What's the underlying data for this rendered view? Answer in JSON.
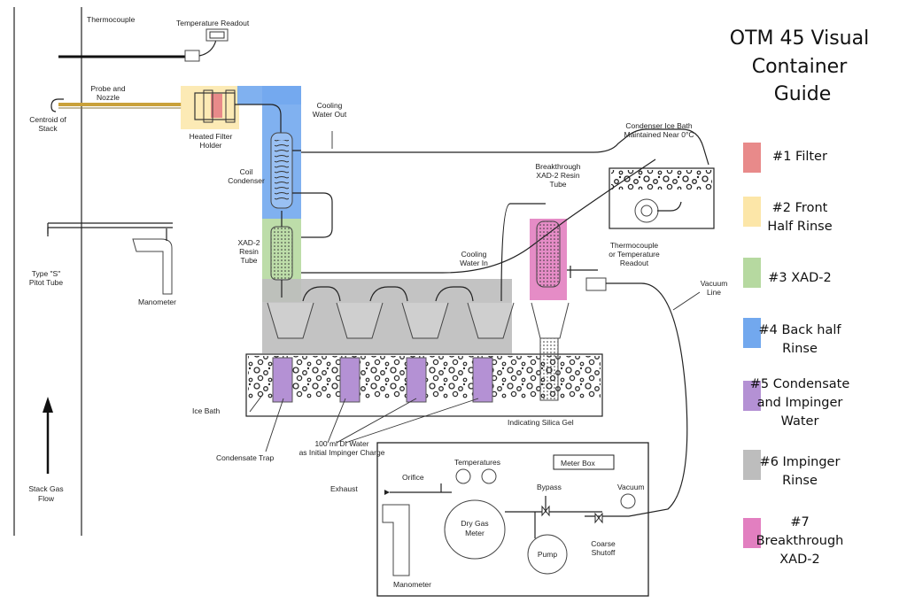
{
  "title_lines": [
    "OTM 45 Visual",
    "Container",
    "Guide"
  ],
  "legend": [
    {
      "lines": [
        "#1 Filter"
      ],
      "color": "#e88a8a"
    },
    {
      "lines": [
        "#2 Front",
        "Half Rinse"
      ],
      "color": "#fce6a8"
    },
    {
      "lines": [
        "#3 XAD-2"
      ],
      "color": "#b6d9a0"
    },
    {
      "lines": [
        "#4 Back half",
        "Rinse"
      ],
      "color": "#72a8ee"
    },
    {
      "lines": [
        "#5 Condensate",
        "and Impinger",
        "Water"
      ],
      "color": "#b491d4"
    },
    {
      "lines": [
        "#6 Impinger",
        "Rinse"
      ],
      "color": "#bdbdbd"
    },
    {
      "lines": [
        "#7",
        "Breakthrough",
        "XAD-2"
      ],
      "color": "#e27fc0"
    }
  ],
  "labels": {
    "thermocouple": "Thermocouple",
    "temperature_readout": "Temperature Readout",
    "probe_nozzle": [
      "Probe and",
      "Nozzle"
    ],
    "centroid": [
      "Centroid of",
      "Stack"
    ],
    "heated_filter": [
      "Heated Filter",
      "Holder"
    ],
    "cooling_out": [
      "Cooling",
      "Water Out"
    ],
    "coil_condenser": [
      "Coil",
      "Condenser"
    ],
    "xad2_resin": [
      "XAD-2",
      "Resin",
      "Tube"
    ],
    "condenser_ice": [
      "Condenser Ice Bath",
      "Maintained Near 0°C"
    ],
    "breakthrough": [
      "Breakthrough",
      "XAD-2 Resin",
      "Tube"
    ],
    "cooling_in": [
      "Cooling",
      "Water In"
    ],
    "thermo_readout": [
      "Thermocouple",
      "or Temperature",
      "Readout"
    ],
    "vacuum_line": [
      "Vacuum",
      "Line"
    ],
    "type_s": [
      "Type \"S\"",
      "Pitot Tube"
    ],
    "manometer_left": "Manometer",
    "ice_bath": "Ice Bath",
    "indicating_silica": "Indicating Silica Gel",
    "condensate_trap": "Condensate Trap",
    "di_water": [
      "100 ml DI Water",
      "as Initial Impinger Charge"
    ],
    "meter_box": "Meter Box",
    "temperatures": "Temperatures",
    "orifice": "Orifice",
    "exhaust": "Exhaust",
    "bypass": "Bypass",
    "vacuum": "Vacuum",
    "dry_gas_meter": [
      "Dry Gas",
      "Meter"
    ],
    "pump": "Pump",
    "coarse_shutoff": [
      "Coarse",
      "Shutoff"
    ],
    "manometer_bottom": "Manometer",
    "stack_gas_flow": [
      "Stack Gas",
      "Flow"
    ]
  }
}
